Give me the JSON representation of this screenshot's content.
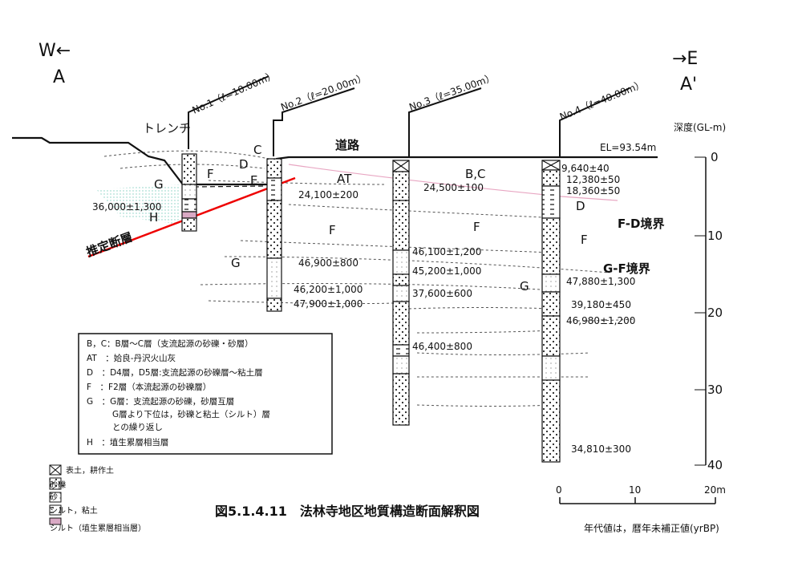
{
  "orientation": {
    "west_label": "W←",
    "east_label": "→E",
    "section_start": "A",
    "section_end": "A'"
  },
  "boreholes": [
    {
      "name": "No.1（ℓ=10.00m）"
    },
    {
      "name": "No.2（ℓ=20.00m）"
    },
    {
      "name": "No.3（ℓ=35.00m）"
    },
    {
      "name": "No.4（ℓ=40.00m）"
    }
  ],
  "surface": {
    "trench_label": "トレンチ",
    "road_label": "道路",
    "elevation": "EL=93.54m"
  },
  "depth_axis": {
    "title": "深度(GL-m)",
    "ticks": [
      "0",
      "10",
      "20",
      "30",
      "40"
    ]
  },
  "layer_labels": {
    "c": "C",
    "d_left": "D",
    "f_left": "F",
    "e": "E",
    "at": "AT",
    "g_left": "G",
    "h": "H",
    "bc": "B,C",
    "f_mid": "F",
    "d_right": "D",
    "f_right": "F",
    "g_mid": "G",
    "g_right": "G",
    "fd_boundary": "F-D境界",
    "gf_boundary": "G-F境界",
    "fault": "推定断層"
  },
  "ages": [
    "36,000±1,300",
    "24,100±200",
    "46,900±800",
    "46,200±1,000",
    "47,900±1,000",
    "24,500±100",
    "46,100±1,200",
    "45,200±1,000",
    "37,600±600",
    "46,400±800",
    "9,640±40",
    "12,380±50",
    "18,360±50",
    "47,880±1,300",
    "39,180±450",
    "46,980±1,200",
    "34,810±300"
  ],
  "legend_box": [
    "B，C：B層～C層（支流起源の砂礫・砂層）",
    "AT　：姶良-丹沢火山灰",
    "D　：D4層，D5層:支流起源の砂礫層～粘土層",
    "F　：F2層（本流起源の砂礫層）",
    "G　：G層：支流起源の砂礫，砂層互層",
    "G層より下位は，砂礫と粘土（シルト）層",
    "との繰り返し",
    "H　：埴生累層相当層"
  ],
  "symbol_legend": [
    "表土，耕作土",
    "砂礫",
    "砂",
    "シルト，粘土",
    "シルト（埴生累層相当層）"
  ],
  "figure_title": "図5.1.4.11　法林寺地区地質構造断面解釈図",
  "scale_bar": {
    "ticks": [
      "0",
      "10",
      "20m"
    ]
  },
  "note": "年代値は，暦年未補正値(yrBP)"
}
